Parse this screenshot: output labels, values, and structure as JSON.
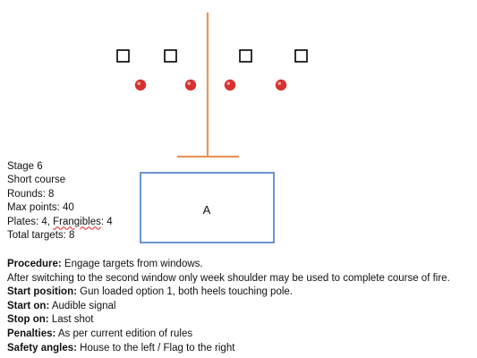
{
  "diagram": {
    "box_label": "A",
    "pole_color": "#e8945a",
    "box_border_color": "#4a7cc4",
    "plate_color": "#d93030",
    "frangible_color": "#000000",
    "plates_count": 4,
    "frangibles_count": 4
  },
  "stage_info": {
    "stage": "Stage 6",
    "course": "Short course",
    "rounds": "Rounds: 8",
    "max_points": "Max points: 40",
    "plates_text_a": "Plates: 4, ",
    "plates_text_b": "Frangibles",
    "plates_text_c": ": 4",
    "total_targets": "Total targets: 8"
  },
  "rules": {
    "procedure_label": "Procedure:",
    "procedure_value": " Engage targets from windows.",
    "procedure_detail": "After switching to the second window only week shoulder may be used to complete course of fire.",
    "start_position_label": "Start position:",
    "start_position_value": " Gun loaded option 1, both heels touching pole.",
    "start_on_label": "Start on:",
    "start_on_value": " Audible signal",
    "stop_on_label": "Stop on:",
    "stop_on_value": " Last shot",
    "penalties_label": "Penalties:",
    "penalties_value": " As per current edition of rules",
    "safety_angles_label": "Safety angles:",
    "safety_angles_value": " House to the left / Flag to the right"
  }
}
